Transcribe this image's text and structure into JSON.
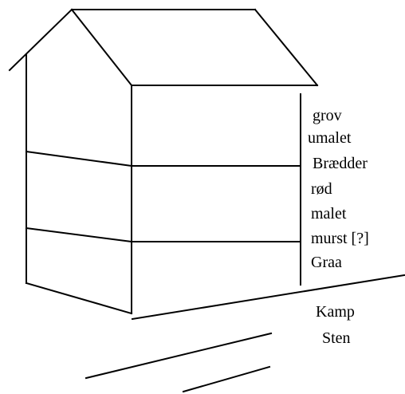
{
  "labels": {
    "grov": "grov",
    "umalet": "umalet",
    "braedder": "Brædder",
    "rod": "rød",
    "malet": "malet",
    "murst": "murst [?]",
    "graa": "Graa",
    "kamp": "Kamp",
    "sten": "Sten"
  },
  "colors": {
    "ink": "#000000",
    "paper": "#ffffff"
  }
}
